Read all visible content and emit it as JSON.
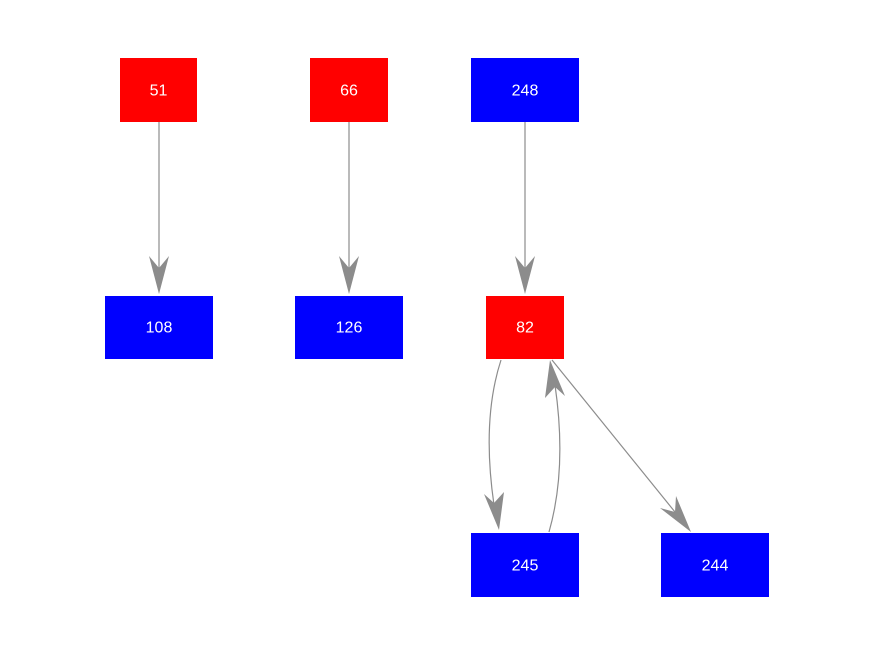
{
  "colors": {
    "red": "#ff0000",
    "blue": "#0000ff",
    "edge": "#8c8c8c",
    "label": "#ffffff",
    "background": "#ffffff"
  },
  "nodes": [
    {
      "id": "51",
      "label": "51",
      "color": "red"
    },
    {
      "id": "66",
      "label": "66",
      "color": "red"
    },
    {
      "id": "248",
      "label": "248",
      "color": "blue"
    },
    {
      "id": "108",
      "label": "108",
      "color": "blue"
    },
    {
      "id": "126",
      "label": "126",
      "color": "blue"
    },
    {
      "id": "82",
      "label": "82",
      "color": "red"
    },
    {
      "id": "245",
      "label": "245",
      "color": "blue"
    },
    {
      "id": "244",
      "label": "244",
      "color": "blue"
    }
  ],
  "edges": [
    {
      "from": "51",
      "to": "108"
    },
    {
      "from": "66",
      "to": "126"
    },
    {
      "from": "248",
      "to": "82"
    },
    {
      "from": "82",
      "to": "245"
    },
    {
      "from": "245",
      "to": "82"
    },
    {
      "from": "82",
      "to": "244"
    }
  ]
}
